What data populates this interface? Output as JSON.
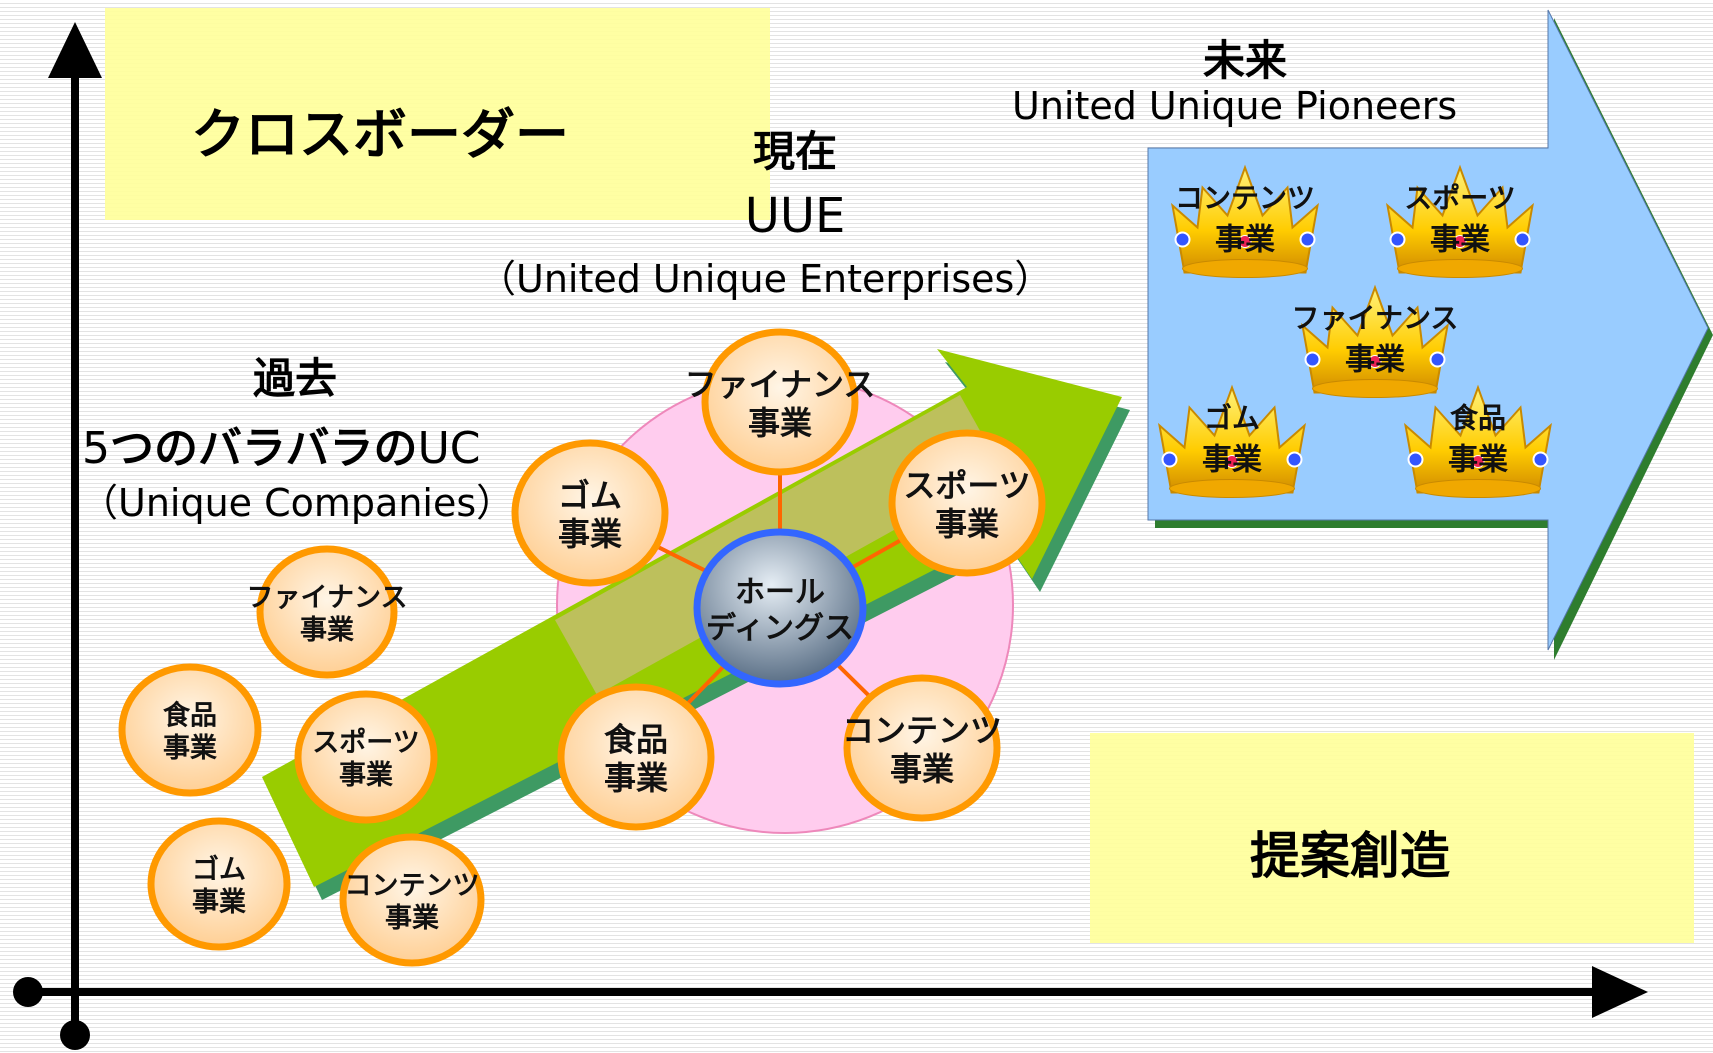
{
  "labels": {
    "cross_border": "クロスボーダー",
    "proposal": "提案創造",
    "present": "現在",
    "present_abbr": "UUE",
    "present_full": "（United Unique Enterprises）",
    "past": "過去",
    "past_sub_num": "5",
    "past_sub_jp": "つのバラバラの",
    "past_sub_uc": "UC",
    "past_full": "（Unique Companies）",
    "future": "未来",
    "future_full": "United Unique Pioneers"
  },
  "business_units": [
    {
      "id": "finance",
      "line1": "ファイナンス",
      "line2": "事業"
    },
    {
      "id": "food",
      "line1": "食品",
      "line2": "事業"
    },
    {
      "id": "sports",
      "line1": "スポーツ",
      "line2": "事業"
    },
    {
      "id": "rubber",
      "line1": "ゴム",
      "line2": "事業"
    },
    {
      "id": "contents",
      "line1": "コンテンツ",
      "line2": "事業"
    }
  ],
  "holdings": {
    "line1": "ホール",
    "line2": "ディングス"
  },
  "colors": {
    "accent_yellow": "#ffff99",
    "node_fill": "#ffd9a8",
    "node_border": "#ff9900",
    "green_arrow": "#99cc00",
    "blue_arrow": "#99ccff",
    "pink_circle": "#ffccee",
    "holdings_border": "#3366ff",
    "crown_gold": "#ffcc00"
  }
}
